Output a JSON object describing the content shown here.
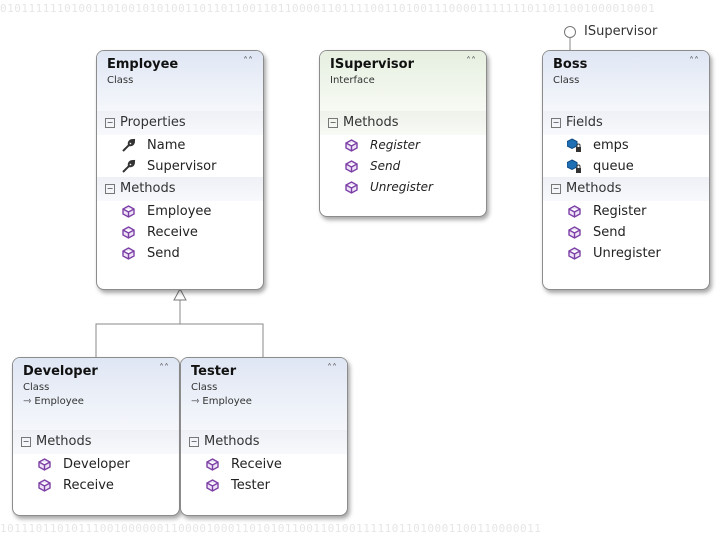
{
  "background": {
    "binary_top": "01011111101001101001010100110110110011011000011011110011010011100001111111011011001000010001",
    "binary_bottom": "1011101101011100100000011000010001101010110011010011111011010001100110000011"
  },
  "lollipop": {
    "label": "ISupervisor"
  },
  "classes": {
    "employee": {
      "title": "Employee",
      "stereotype": "Class",
      "properties_label": "Properties",
      "properties": [
        "Name",
        "Supervisor"
      ],
      "methods_label": "Methods",
      "methods": [
        "Employee",
        "Receive",
        "Send"
      ]
    },
    "isupervisor": {
      "title": "ISupervisor",
      "stereotype": "Interface",
      "methods_label": "Methods",
      "methods": [
        "Register",
        "Send",
        "Unregister"
      ]
    },
    "boss": {
      "title": "Boss",
      "stereotype": "Class",
      "fields_label": "Fields",
      "fields": [
        "emps",
        "queue"
      ],
      "methods_label": "Methods",
      "methods": [
        "Register",
        "Send",
        "Unregister"
      ]
    },
    "developer": {
      "title": "Developer",
      "stereotype": "Class",
      "base": "Employee",
      "methods_label": "Methods",
      "methods": [
        "Developer",
        "Receive"
      ]
    },
    "tester": {
      "title": "Tester",
      "stereotype": "Class",
      "base": "Employee",
      "methods_label": "Methods",
      "methods": [
        "Receive",
        "Tester"
      ]
    }
  },
  "colors": {
    "method_icon": "#7b3fa6",
    "field_icon": "#1f6fb5",
    "header": "#dfe6f4"
  }
}
